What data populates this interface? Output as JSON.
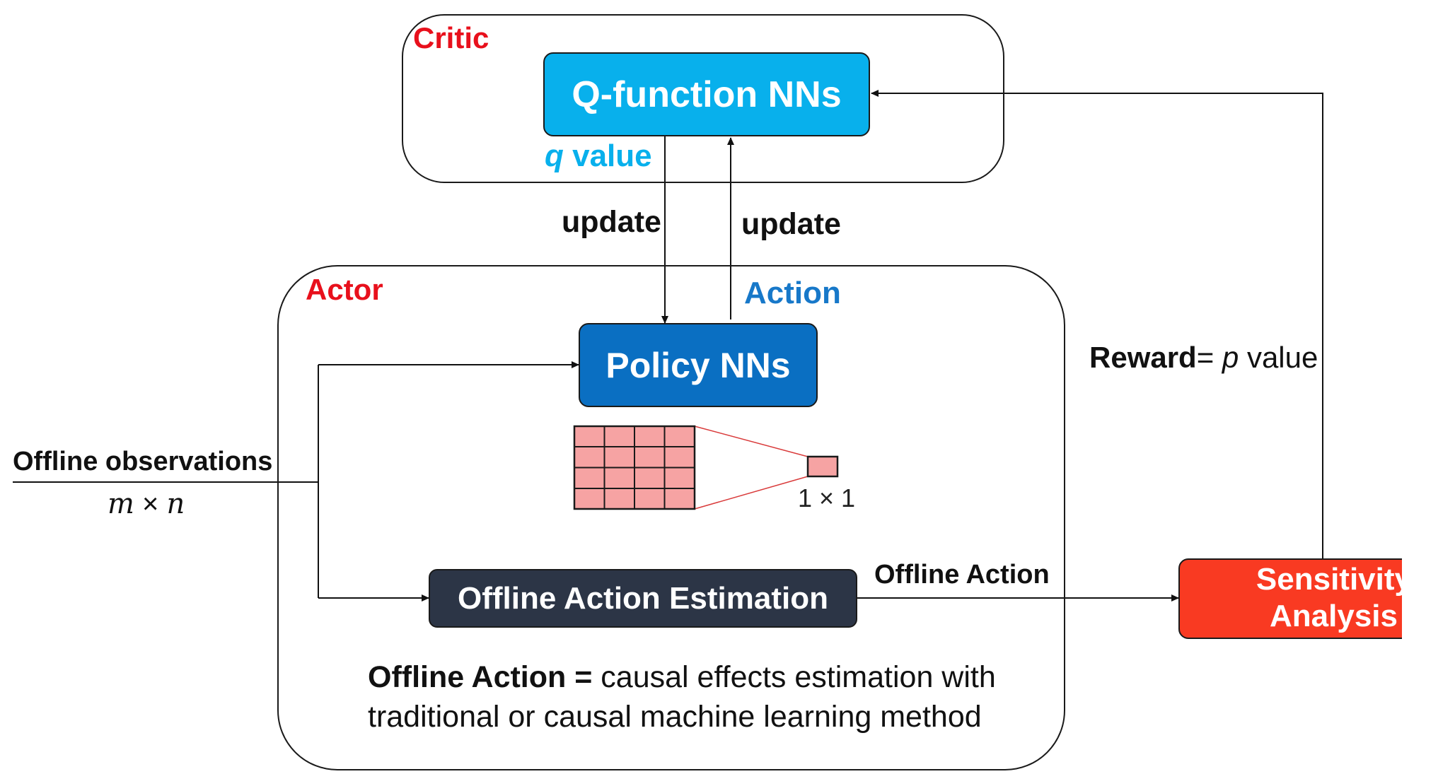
{
  "critic": {
    "label": "Critic",
    "qfunction_label": "Q-function NNs",
    "qvalue_q": "q",
    "qvalue_text": " value"
  },
  "links": {
    "update_down": "update",
    "update_up": "update",
    "action": "Action",
    "reward_bold": "Reward",
    "reward_eq": "= ",
    "reward_p": "p",
    "reward_value": " value",
    "offline_action": "Offline Action"
  },
  "actor": {
    "label": "Actor",
    "policy_label": "Policy NNs",
    "kernel_size": "1 × 1",
    "estimation_label": "Offline Action Estimation",
    "note_bold": "Offline Action = ",
    "note_line1": "causal effects estimation with",
    "note_line2": "traditional or causal machine learning method"
  },
  "input": {
    "label": "Offline observations",
    "dims_m": "m",
    "dims_x": " × ",
    "dims_n": "n"
  },
  "sensitivity": {
    "line1": "Sensitivity",
    "line2": "Analysis"
  },
  "colors": {
    "qfunction": "#08b0ec",
    "policy": "#0a6fc2",
    "estimation": "#2c3546",
    "sensitivity": "#f93a22",
    "grid_fill": "#f6a3a3",
    "red_text": "#e8101c",
    "blue_text": "#1778c9"
  }
}
